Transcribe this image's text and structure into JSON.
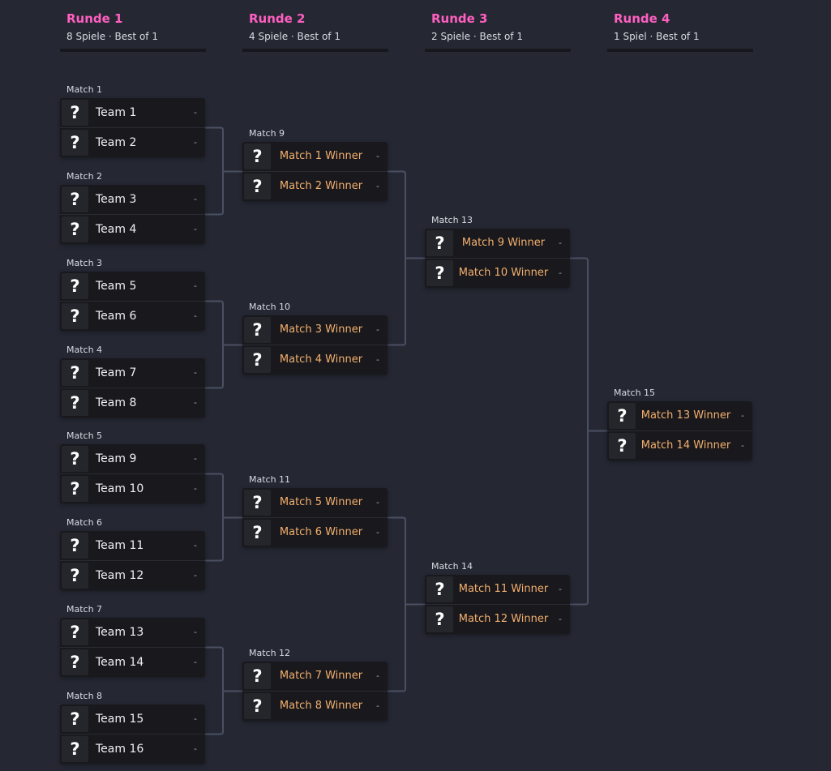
{
  "rounds": [
    {
      "title": "Runde 1",
      "subtitle": "8 Spiele · Best of 1"
    },
    {
      "title": "Runde 2",
      "subtitle": "4 Spiele · Best of 1"
    },
    {
      "title": "Runde 3",
      "subtitle": "2 Spiele · Best of 1"
    },
    {
      "title": "Runde 4",
      "subtitle": "1 Spiel · Best of 1"
    }
  ],
  "matches": [
    {
      "label": "Match 1",
      "round": 1,
      "p1": "Team 1",
      "p2": "Team 2",
      "s1": "-",
      "s2": "-"
    },
    {
      "label": "Match 2",
      "round": 1,
      "p1": "Team 3",
      "p2": "Team 4",
      "s1": "-",
      "s2": "-"
    },
    {
      "label": "Match 3",
      "round": 1,
      "p1": "Team 5",
      "p2": "Team 6",
      "s1": "-",
      "s2": "-"
    },
    {
      "label": "Match 4",
      "round": 1,
      "p1": "Team 7",
      "p2": "Team 8",
      "s1": "-",
      "s2": "-"
    },
    {
      "label": "Match 5",
      "round": 1,
      "p1": "Team 9",
      "p2": "Team 10",
      "s1": "-",
      "s2": "-"
    },
    {
      "label": "Match 6",
      "round": 1,
      "p1": "Team 11",
      "p2": "Team 12",
      "s1": "-",
      "s2": "-"
    },
    {
      "label": "Match 7",
      "round": 1,
      "p1": "Team 13",
      "p2": "Team 14",
      "s1": "-",
      "s2": "-"
    },
    {
      "label": "Match 8",
      "round": 1,
      "p1": "Team 15",
      "p2": "Team 16",
      "s1": "-",
      "s2": "-"
    },
    {
      "label": "Match 9",
      "round": 2,
      "p1": "Match 1 Winner",
      "p2": "Match 2 Winner",
      "s1": "-",
      "s2": "-"
    },
    {
      "label": "Match 10",
      "round": 2,
      "p1": "Match 3 Winner",
      "p2": "Match 4 Winner",
      "s1": "-",
      "s2": "-"
    },
    {
      "label": "Match 11",
      "round": 2,
      "p1": "Match 5 Winner",
      "p2": "Match 6 Winner",
      "s1": "-",
      "s2": "-"
    },
    {
      "label": "Match 12",
      "round": 2,
      "p1": "Match 7 Winner",
      "p2": "Match 8 Winner",
      "s1": "-",
      "s2": "-"
    },
    {
      "label": "Match 13",
      "round": 3,
      "p1": "Match 9 Winner",
      "p2": "Match 10 Winner",
      "s1": "-",
      "s2": "-"
    },
    {
      "label": "Match 14",
      "round": 3,
      "p1": "Match 11 Winner",
      "p2": "Match 12 Winner",
      "s1": "-",
      "s2": "-"
    },
    {
      "label": "Match 15",
      "round": 4,
      "p1": "Match 13 Winner",
      "p2": "Match 14 Winner",
      "s1": "-",
      "s2": "-"
    }
  ],
  "placeholder_icon": "?",
  "icon_name": "question-mark-icon",
  "colors": {
    "background": "#252833",
    "round_title": "#ff5fc0",
    "winner_text": "#f4b06d",
    "team_text": "#f2f2f5",
    "card": "#18181d",
    "connector": "#4a4f63"
  }
}
